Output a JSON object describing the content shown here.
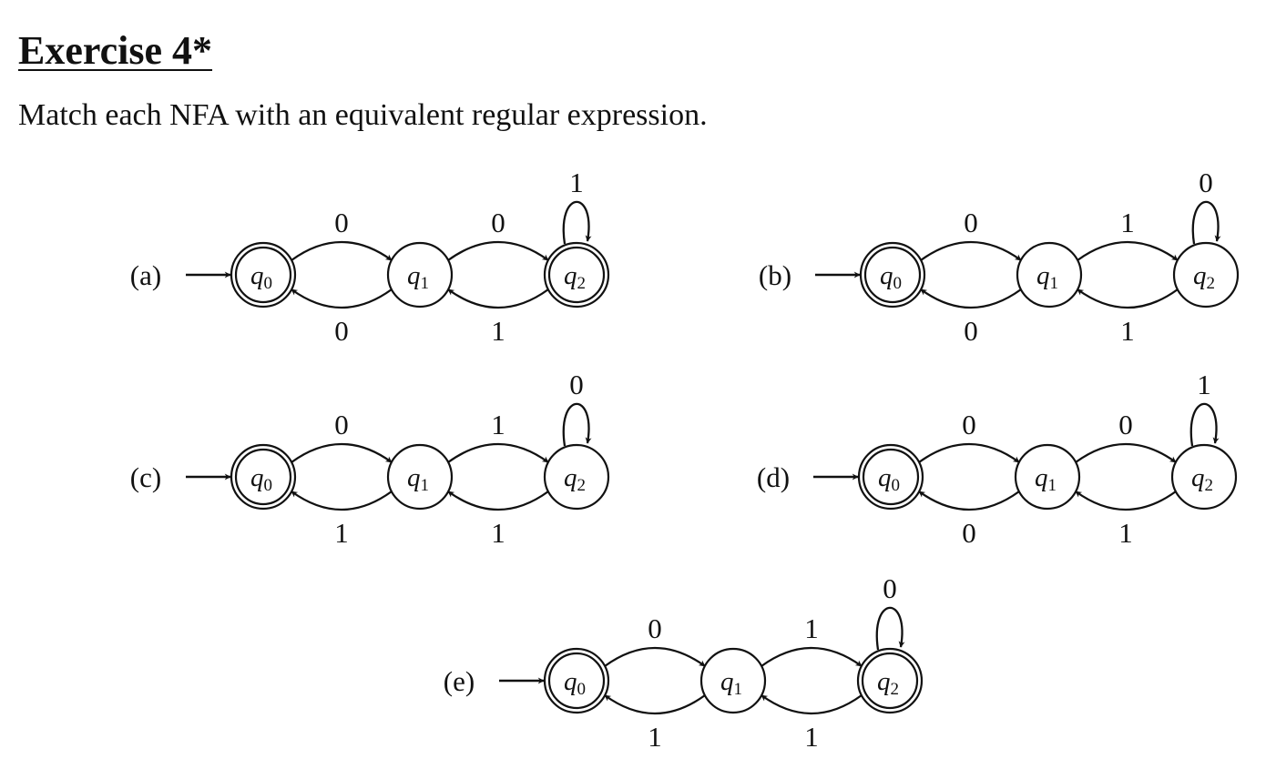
{
  "title": "Exercise 4*",
  "instruction": "Match each NFA with an equivalent regular expression.",
  "nfas": [
    {
      "label": "(a)",
      "q0_q1": "0",
      "q1_q0": "0",
      "q1_q2": "0",
      "q2_q1": "1",
      "q2_loop": "1",
      "q2_accepting": true
    },
    {
      "label": "(b)",
      "q0_q1": "0",
      "q1_q0": "0",
      "q1_q2": "1",
      "q2_q1": "1",
      "q2_loop": "0",
      "q2_accepting": false
    },
    {
      "label": "(c)",
      "q0_q1": "0",
      "q1_q0": "1",
      "q1_q2": "1",
      "q2_q1": "1",
      "q2_loop": "0",
      "q2_accepting": false
    },
    {
      "label": "(d)",
      "q0_q1": "0",
      "q1_q0": "0",
      "q1_q2": "0",
      "q2_q1": "1",
      "q2_loop": "1",
      "q2_accepting": false
    },
    {
      "label": "(e)",
      "q0_q1": "0",
      "q1_q0": "1",
      "q1_q2": "1",
      "q2_q1": "1",
      "q2_loop": "0",
      "q2_accepting": true
    }
  ],
  "state_names": [
    "q",
    "q",
    "q"
  ],
  "state_subscripts": [
    "0",
    "1",
    "2"
  ]
}
